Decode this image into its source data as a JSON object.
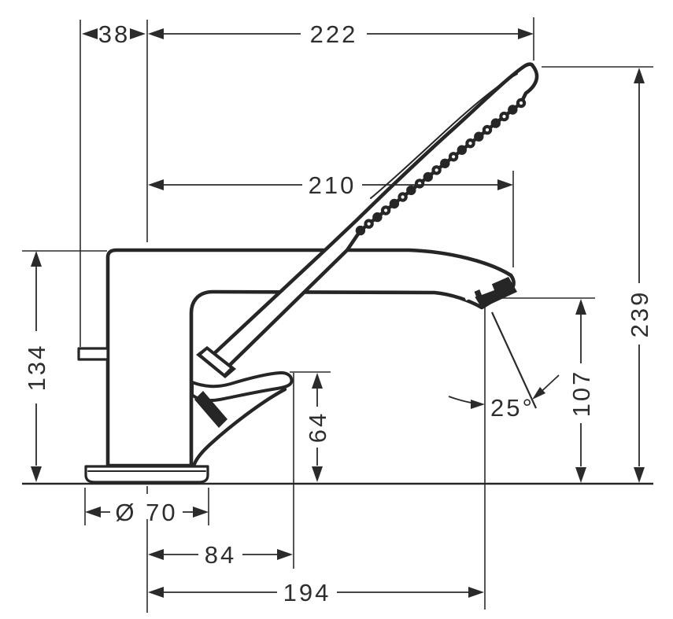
{
  "drawing": {
    "kind": "technical-dimension-drawing",
    "colors": {
      "ink": "#262626",
      "background": "#ffffff"
    }
  },
  "dims": {
    "d38": "38",
    "d222": "222",
    "d210": "210",
    "d134": "134",
    "d239": "239",
    "d107": "107",
    "d64": "64",
    "d84": "84",
    "d194": "194",
    "dia": "Ø 70",
    "angle": "25°"
  }
}
